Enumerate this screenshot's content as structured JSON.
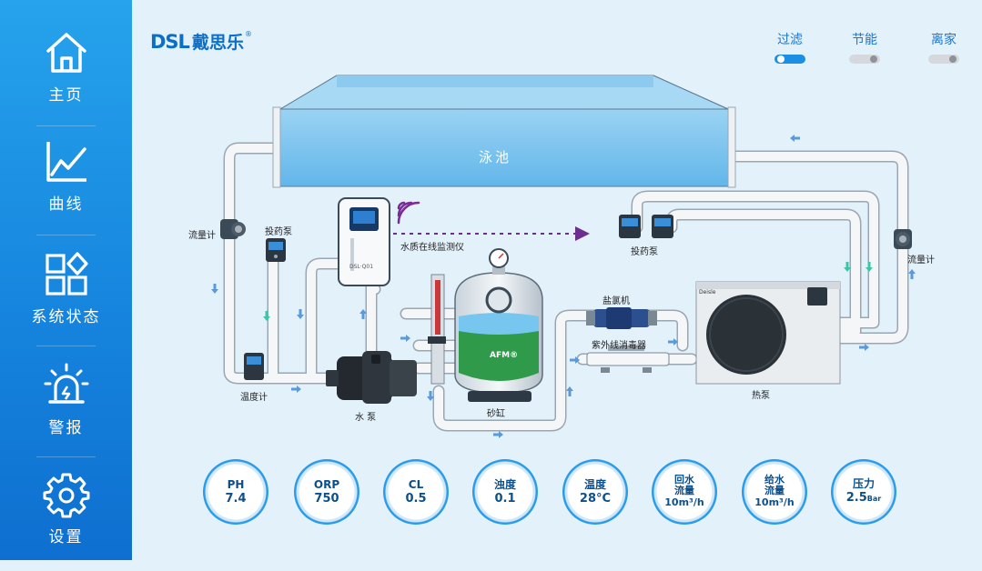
{
  "brand": {
    "en": "DSL",
    "cn": "戴思乐",
    "mark": "®"
  },
  "sidebar": [
    {
      "label": "主页",
      "icon": "home-icon"
    },
    {
      "label": "曲线",
      "icon": "line-chart-icon"
    },
    {
      "label": "系统状态",
      "icon": "system-status-icon"
    },
    {
      "label": "警报",
      "icon": "alarm-icon"
    },
    {
      "label": "设置",
      "icon": "settings-icon"
    }
  ],
  "modes": [
    {
      "label": "过滤",
      "state": "on"
    },
    {
      "label": "节能",
      "state": "off"
    },
    {
      "label": "离家",
      "state": "off"
    }
  ],
  "diagram": {
    "pool": "泳池",
    "flow_meter_left": "流量计",
    "flow_meter_right": "流量计",
    "dosing_pump_left": "投药泵",
    "dosing_pump_right": "投药泵",
    "monitor": "水质在线监测仪",
    "monitor_brand": "DSL·Q01",
    "temp_meter": "温度计",
    "pump": "水 泵",
    "sand_tank": "砂缸",
    "afm": "AFM®",
    "salt_chlorinator": "盐氯机",
    "uv": "紫外线消毒器",
    "heat_pump": "热泵",
    "heat_pump_brand": "Deisle"
  },
  "gauges": [
    {
      "title": "PH",
      "value": "7.4",
      "unit": ""
    },
    {
      "title": "ORP",
      "value": "750",
      "unit": ""
    },
    {
      "title": "CL",
      "value": "0.5",
      "unit": ""
    },
    {
      "title": "浊度",
      "value": "0.1",
      "unit": ""
    },
    {
      "title": "温度",
      "value": "28°C",
      "unit": ""
    },
    {
      "title": "回水\n流量",
      "value": "10m³/h",
      "unit": ""
    },
    {
      "title": "给水\n流量",
      "value": "10m³/h",
      "unit": ""
    },
    {
      "title": "压力",
      "value": "2.5",
      "unit": "Bar"
    }
  ],
  "colors": {
    "accent": "#1b8fe6",
    "sidebar": "#1685de",
    "pipe": "#f4f6f8",
    "water": "#7fc6ef",
    "arrow": "#5b9ad6"
  }
}
